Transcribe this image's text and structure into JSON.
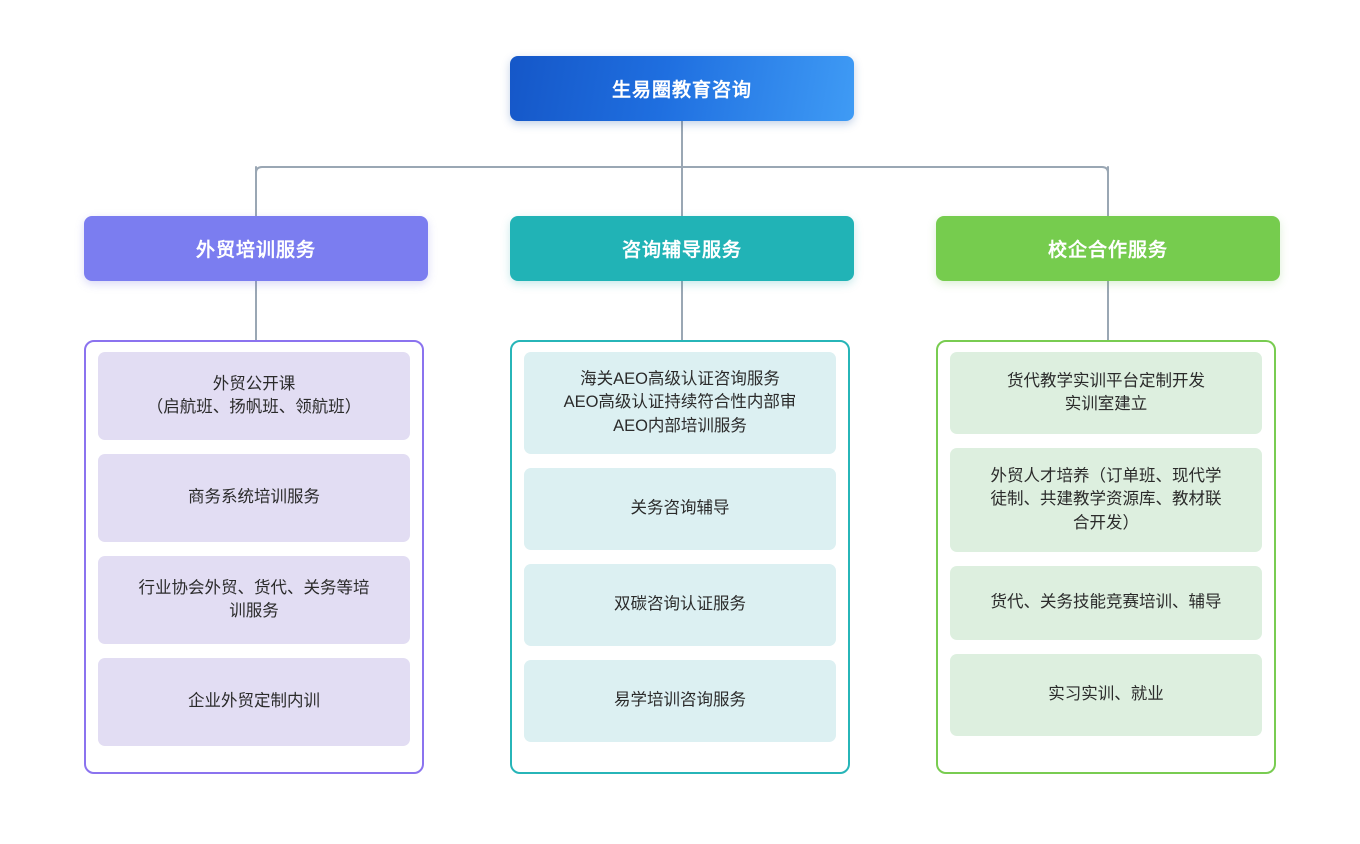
{
  "diagram": {
    "type": "organization-tree",
    "root": {
      "label": "生易圈教育咨询",
      "color": "#1f6fe0"
    },
    "connector_color": "#9aa7b4",
    "branches": [
      {
        "id": "training",
        "header": "外贸培训服务",
        "header_color": "#7b7df0",
        "border_color": "#8b73ef",
        "card_color": "#e2ddf3",
        "items": [
          {
            "lines": [
              "外贸公开课",
              "（启航班、扬帆班、领航班）"
            ],
            "height": 88
          },
          {
            "lines": [
              "商务系统培训服务"
            ],
            "height": 88
          },
          {
            "lines": [
              "行业协会外贸、货代、关务等培",
              "训服务"
            ],
            "height": 88
          },
          {
            "lines": [
              "企业外贸定制内训"
            ],
            "height": 88
          }
        ]
      },
      {
        "id": "consulting",
        "header": "咨询辅导服务",
        "header_color": "#21b3b6",
        "border_color": "#27b5b8",
        "card_color": "#dcf0f2",
        "items": [
          {
            "lines": [
              "海关AEO高级认证咨询服务",
              "AEO高级认证持续符合性内部审",
              "AEO内部培训服务"
            ],
            "height": 102
          },
          {
            "lines": [
              "关务咨询辅导"
            ],
            "height": 82
          },
          {
            "lines": [
              "双碳咨询认证服务"
            ],
            "height": 82
          },
          {
            "lines": [
              "易学培训咨询服务"
            ],
            "height": 82
          }
        ]
      },
      {
        "id": "school-enterprise",
        "header": "校企合作服务",
        "header_color": "#76cc4e",
        "border_color": "#79cc51",
        "card_color": "#ddefdf",
        "items": [
          {
            "lines": [
              "货代教学实训平台定制开发",
              "实训室建立"
            ],
            "height": 82
          },
          {
            "lines": [
              "外贸人才培养（订单班、现代学",
              "徒制、共建教学资源库、教材联",
              "合开发）"
            ],
            "height": 104
          },
          {
            "lines": [
              "货代、关务技能竞赛培训、辅导"
            ],
            "height": 74
          },
          {
            "lines": [
              "实习实训、就业"
            ],
            "height": 82
          }
        ]
      }
    ]
  }
}
